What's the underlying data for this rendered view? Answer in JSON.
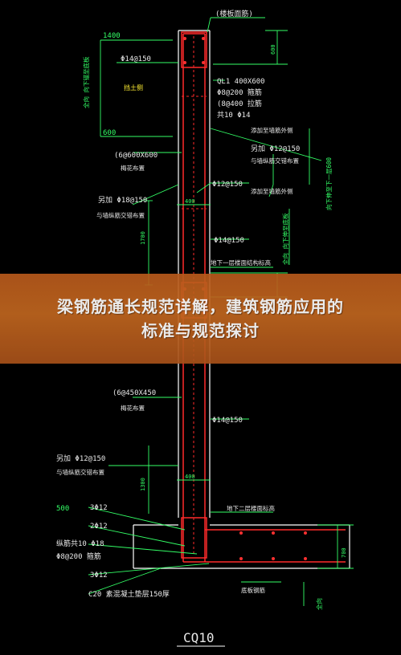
{
  "banner": {
    "line1": "梁钢筋通长规范详解，建筑钢筋应用的",
    "line2": "标准与规范探讨"
  },
  "drawing": {
    "title": "CQ10",
    "labels": {
      "top_note": "(楼板面筋)",
      "dim_1400": "1400",
      "dim_600": "600",
      "dim_500": "500",
      "dim_1700": "1700",
      "dim_1300": "1300",
      "dim_400a": "400",
      "dim_400b": "400",
      "dim_700": "700",
      "dim_right_top": "600",
      "vert_1": "全向 向下锚至底板",
      "vert_2": "向下伸至下一层600",
      "vert_3": "全向 向下伸至底板",
      "vert_4": "全向",
      "phi14_150_a": "Φ14@150",
      "phi14_150_b": "Φ14@150",
      "phi14_150_c": "Φ14@150",
      "phi12_150": "Φ12@150",
      "yellow_tag": "挡土侧",
      "ql1": "QL1 400X600",
      "ql1_b": "Φ8@200 箍筋",
      "ql1_c": "(8@400 拉筋",
      "ql1_d": "共10 Φ14",
      "sep1": "添加至墙筋外侧",
      "sep2": "另加 Φ12@150",
      "sep3": "与墙纵筋交错布置",
      "sep4": "添加至墙筋外侧",
      "left1": "(6@600X600",
      "left2": "梅花布置",
      "left3": "另加 Φ18@150",
      "left4": "与墙纵筋交错布置",
      "mid_note": "地下一层楼面结构标高",
      "left5": "(6@450X450",
      "left6": "梅花布置",
      "left7": "另加 Φ12@150",
      "left8": "与墙纵筋交错布置",
      "base1": "3Φ12",
      "base2": "2Φ12",
      "base3": "纵筋共10 Φ18",
      "base4": "Φ8@200 箍筋",
      "base5": "3Φ12",
      "base6": "C20 素混凝土垫层150厚",
      "base7": "地下二层楼面标高",
      "base8": "底板钢筋"
    }
  }
}
